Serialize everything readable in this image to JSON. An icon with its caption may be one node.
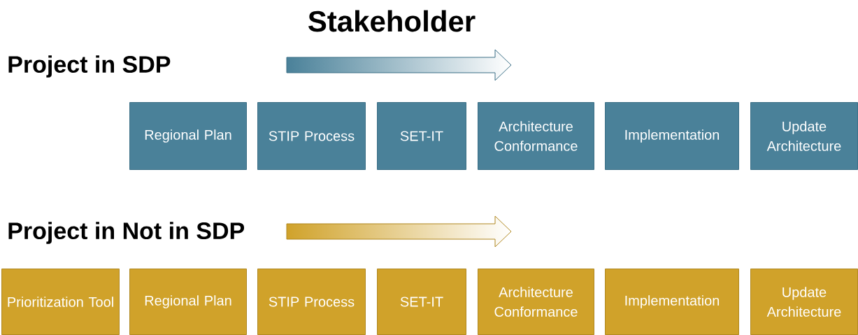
{
  "diagram": {
    "nodes": [
      {
        "text": [
          "Regional Plan"
        ]
      },
      {
        "text": [
          "STIP Process"
        ]
      },
      {
        "text": [
          "SET-IT"
        ]
      },
      {
        "text": [
          "Architecture Conformance"
        ]
      },
      {
        "text": [
          "Implementation"
        ]
      },
      {
        "text": [
          "Update Architecture"
        ]
      },
      {
        "text": [
          "Prioritization Tool"
        ]
      },
      {
        "text": [
          "Regional Plan"
        ]
      },
      {
        "text": [
          "STIP Process"
        ]
      },
      {
        "text": [
          "SET-IT"
        ]
      },
      {
        "text": [
          "Architecture Conformance"
        ]
      },
      {
        "text": [
          "Implementation"
        ]
      },
      {
        "text": [
          "Update Architecture"
        ]
      }
    ],
    "labels": [
      "Stakeholder",
      "Project in SDP",
      "Project in Not in SDP"
    ]
  }
}
